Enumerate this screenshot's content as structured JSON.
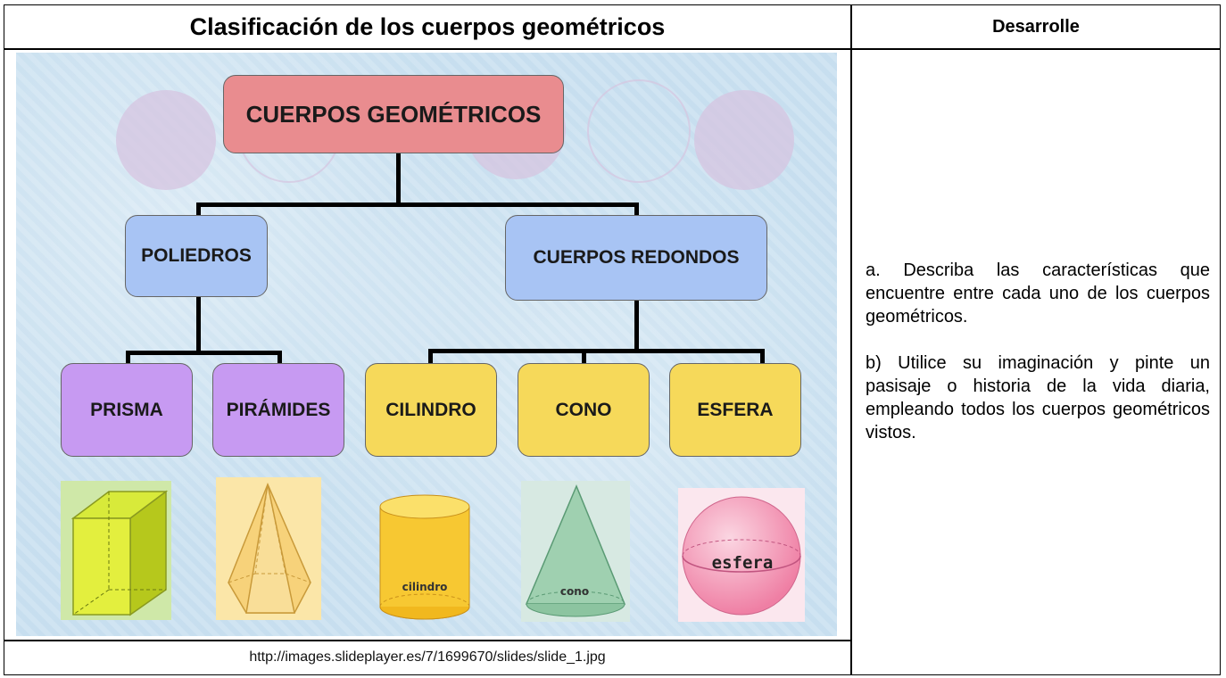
{
  "header": {
    "title": "Clasificación de los cuerpos geométricos",
    "side_title": "Desarrolle"
  },
  "diagram": {
    "root": "CUERPOS GEOMÉTRICOS",
    "branches": {
      "left": "POLIEDROS",
      "right": "CUERPOS REDONDOS"
    },
    "leaves": [
      "PRISMA",
      "PIRÁMIDES",
      "CILINDRO",
      "CONO",
      "ESFERA"
    ],
    "image_labels": {
      "cilindro": "cilindro",
      "cono": "cono",
      "esfera": "esfera"
    },
    "colors": {
      "root": "#e98c8f",
      "branch": "#a8c4f4",
      "poliedro_leaf": "#c79af2",
      "redondo_leaf": "#f6d95a"
    }
  },
  "source_url": "http://images.slideplayer.es/7/1699670/slides/slide_1.jpg",
  "instructions": {
    "a": "a. Describa las características que encuentre entre cada uno de los cuerpos geométricos.",
    "b": "b) Utilice su imaginación y pinte un pasisaje o historia de la vida diaria, empleando todos los cuerpos geométricos vistos."
  }
}
